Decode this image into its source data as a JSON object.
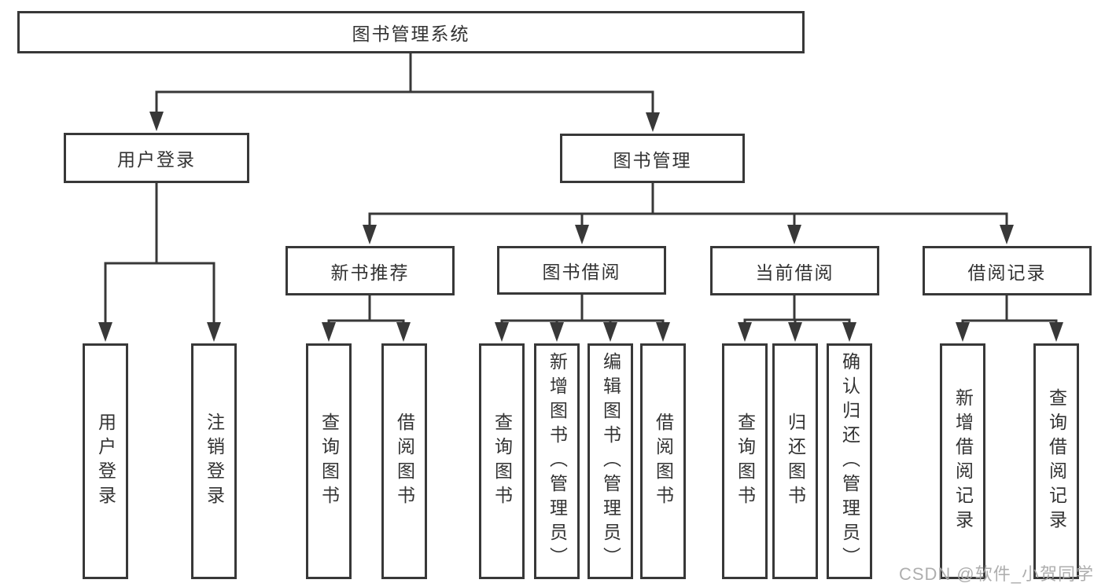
{
  "diagram": {
    "tree": {
      "root": {
        "label": "图书管理系统"
      },
      "level2": [
        {
          "label": "用户登录",
          "leaves": [
            {
              "label": "用户登录"
            },
            {
              "label": "注销登录"
            }
          ]
        },
        {
          "label": "图书管理",
          "groups": [
            {
              "label": "新书推荐",
              "leaves": [
                {
                  "label": "查询图书"
                },
                {
                  "label": "借阅图书"
                }
              ]
            },
            {
              "label": "图书借阅",
              "leaves": [
                {
                  "label": "查询图书"
                },
                {
                  "label": "新增图书（管理员）"
                },
                {
                  "label": "编辑图书（管理员）"
                },
                {
                  "label": "借阅图书"
                }
              ]
            },
            {
              "label": "当前借阅",
              "leaves": [
                {
                  "label": "查询图书"
                },
                {
                  "label": "归还图书"
                },
                {
                  "label": "确认归还（管理员）"
                }
              ]
            },
            {
              "label": "借阅记录",
              "leaves": [
                {
                  "label": "新增借阅记录"
                },
                {
                  "label": "查询借阅记录"
                }
              ]
            }
          ]
        }
      ]
    },
    "colors": {
      "line": "#383838",
      "box_border": "#383838",
      "box_fill": "#ffffff",
      "text": "#333333",
      "watermark": "#a8a8a8",
      "background": "#ffffff"
    }
  },
  "watermark": {
    "text": "CSDN @软件_小贺同学"
  }
}
